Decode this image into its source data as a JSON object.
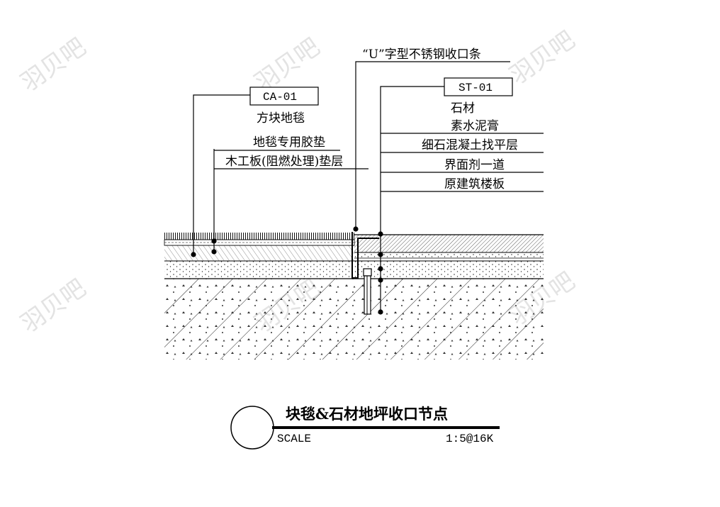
{
  "watermark": "羽贝吧",
  "labels": {
    "u_strip": "“U”字型不锈钢收口条",
    "ca_tag": "CA-01",
    "carpet": "方块地毯",
    "carpet_pad": "地毯专用胶垫",
    "plywood": "木工板(阻燃处理)垫层",
    "st_tag": "ST-01",
    "stone": "石材",
    "cement_paste": "素水泥膏",
    "screed": "细石混凝土找平层",
    "interface_agent": "界面剂一道",
    "slab": "原建筑楼板"
  },
  "title_block": {
    "title": "块毯&石材地坪收口节点",
    "scale_label": "SCALE",
    "scale_value": "1:5@16K"
  }
}
